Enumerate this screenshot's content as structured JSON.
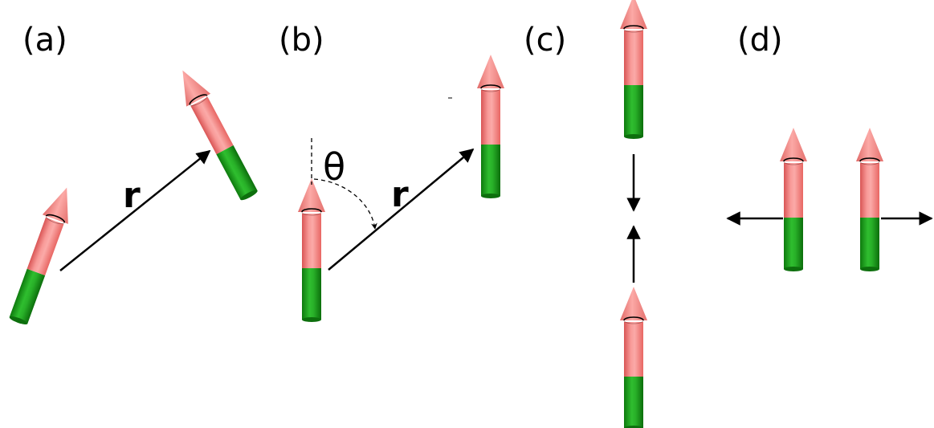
{
  "panels": {
    "a": {
      "label": "(a)",
      "vector_label": "r"
    },
    "b": {
      "label": "(b)",
      "vector_label": "r",
      "angle_label": "θ"
    },
    "c": {
      "label": "(c)"
    },
    "d": {
      "label": "(d)"
    }
  },
  "colors": {
    "north": "#f58b89",
    "south": "#1fa51f",
    "line": "#000000",
    "background": "#ffffff"
  }
}
